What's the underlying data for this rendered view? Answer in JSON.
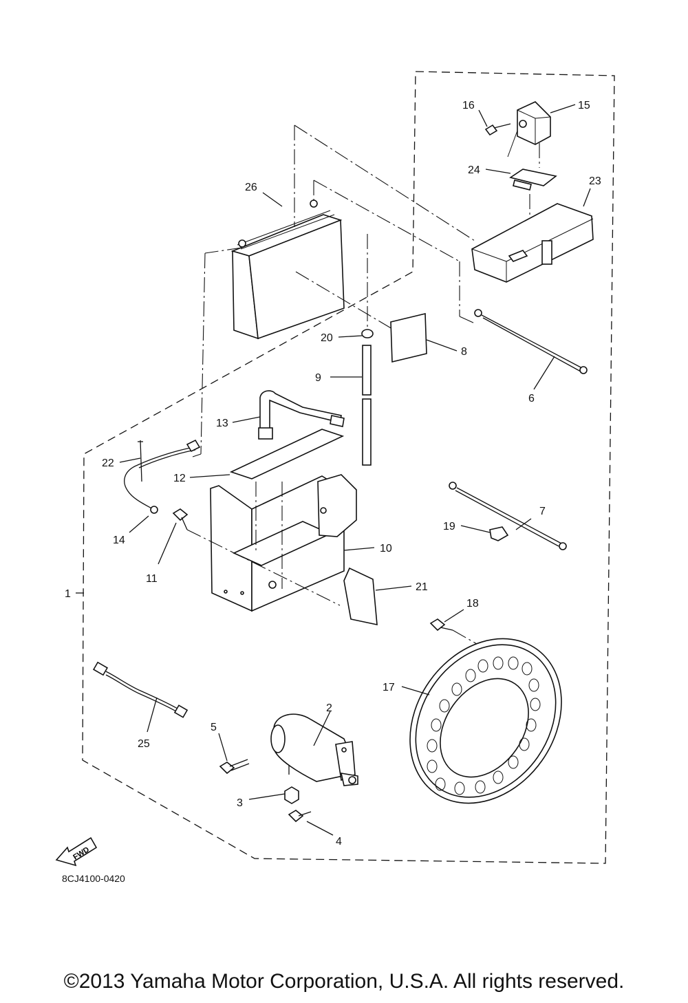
{
  "diagram": {
    "drawing_number": "8CJ4100-0420",
    "fwd_label": "FWD",
    "labels": {
      "p1": "1",
      "p2": "2",
      "p3": "3",
      "p4": "4",
      "p5": "5",
      "p6": "6",
      "p7": "7",
      "p8": "8",
      "p9": "9",
      "p10": "10",
      "p11": "11",
      "p12": "12",
      "p13": "13",
      "p14": "14",
      "p15": "15",
      "p16": "16",
      "p17": "17",
      "p18": "18",
      "p19": "19",
      "p20": "20",
      "p21": "21",
      "p22": "22",
      "p23": "23",
      "p24": "24",
      "p25": "25",
      "p26": "26"
    }
  },
  "footer": {
    "copyright": "©2013 Yamaha Motor Corporation, U.S.A. All rights reserved."
  }
}
